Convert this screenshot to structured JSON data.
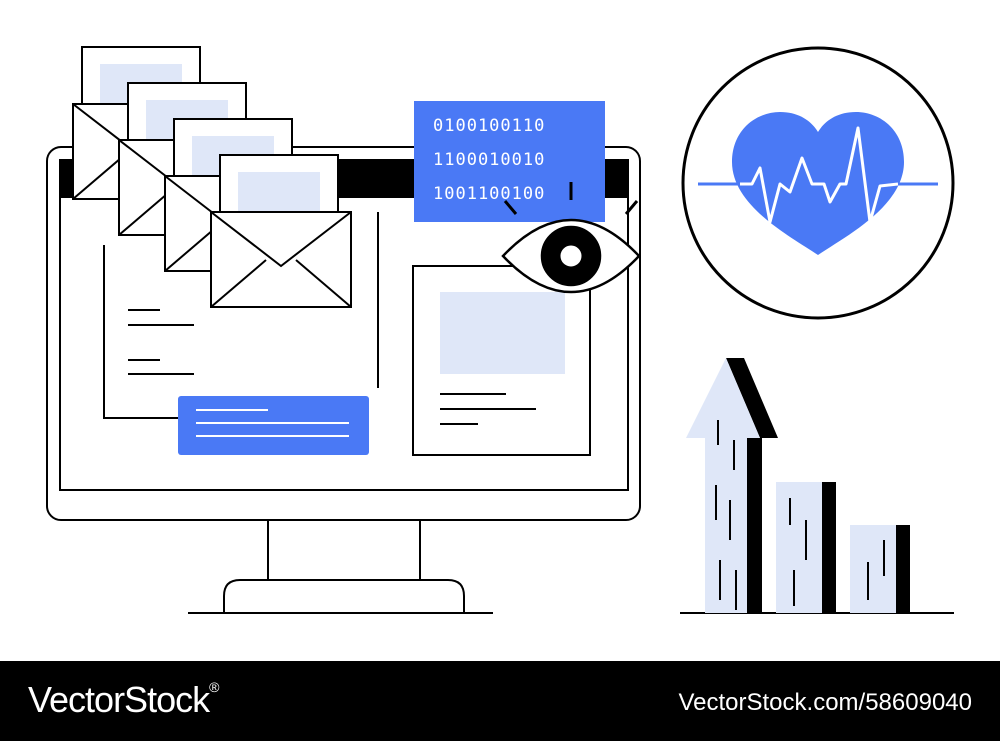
{
  "illustration": {
    "binary_block": {
      "lines": [
        "0100100110",
        "1100010010",
        "1001100100"
      ]
    },
    "colors": {
      "accent": "#4a79f5",
      "light_fill": "#dfe7f8",
      "stroke": "#000000",
      "background": "#ffffff"
    },
    "icons": [
      "monitor-icon",
      "envelope-icon",
      "eye-icon",
      "heart-pulse-icon",
      "growth-chart-icon"
    ]
  },
  "footer": {
    "brand": "VectorStock",
    "trademark": "®",
    "stock_id": "VectorStock.com/58609040"
  }
}
